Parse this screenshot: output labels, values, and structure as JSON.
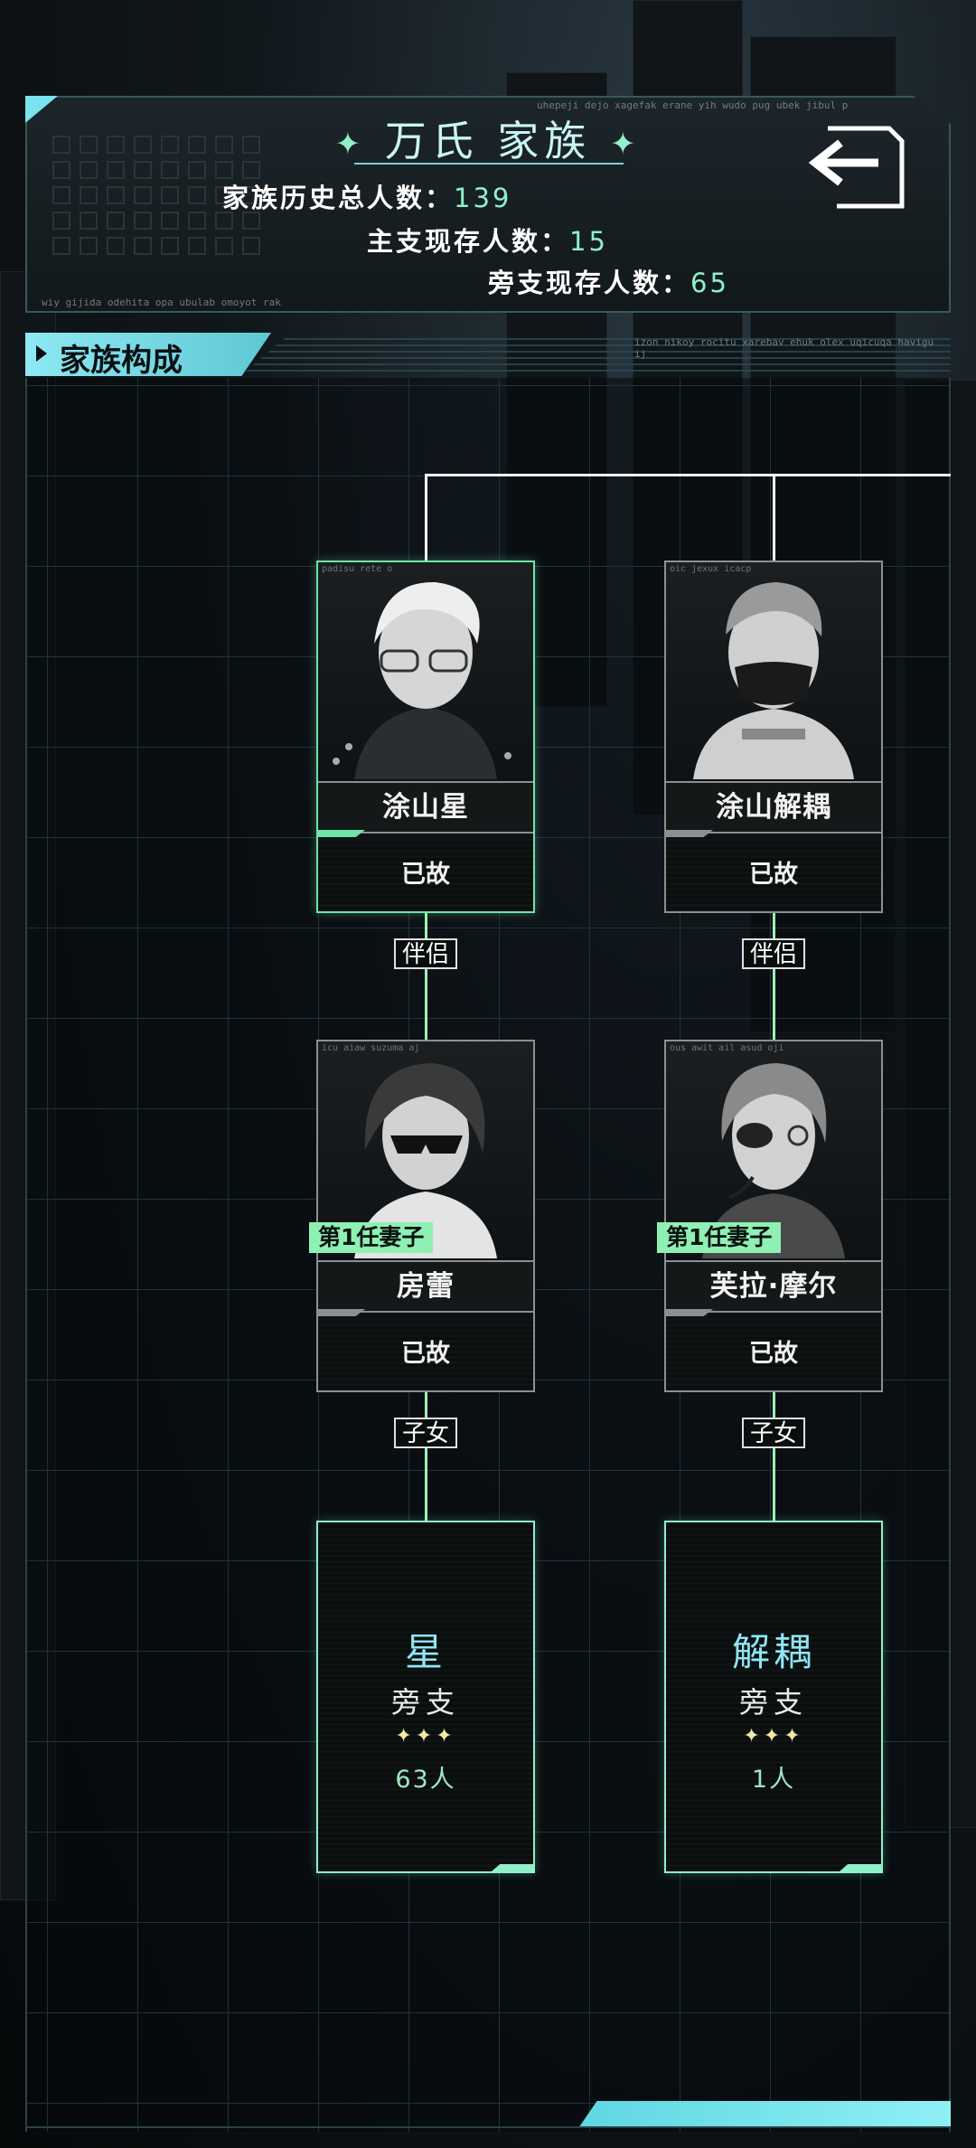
{
  "header": {
    "family_title": "万氏 家族",
    "title_star": "✦",
    "tiny_top": "uhepeji dejo xagefak erane yih wudo pug ubek jibul p",
    "tiny_bottom": "wiy gijida odehita opa ubulab omoyot rak",
    "stats": [
      {
        "label": "家族历史总人数：",
        "value": "139"
      },
      {
        "label": "主支现存人数：",
        "value": "15"
      },
      {
        "label": "旁支现存人数：",
        "value": "65"
      }
    ]
  },
  "section": {
    "title": "家族构成",
    "tiny": "izon nikoy rocitu xarebav ehuk olex uqicuqa havigu ij"
  },
  "members": [
    {
      "tag": "padisu rete o",
      "name": "涂山星",
      "status": "已故"
    },
    {
      "tag": "oic jexux icacp",
      "name": "涂山解耦",
      "status": "已故"
    },
    {
      "tag": "icu aiaw suzuma aj",
      "name": "房蕾",
      "status": "已故",
      "badge": "第1任妻子"
    },
    {
      "tag": "ous awit ail asud oji",
      "name": "芙拉·摩尔",
      "status": "已故",
      "badge": "第1任妻子"
    }
  ],
  "relations": {
    "partner": "伴侣",
    "children": "子女"
  },
  "branches": [
    {
      "name": "星",
      "type": "旁支",
      "stars": "✦✦✦",
      "count": "63人"
    },
    {
      "name": "解耦",
      "type": "旁支",
      "stars": "✦✦✦",
      "count": "1人"
    }
  ],
  "icons": {
    "back": "back-arrow-icon"
  },
  "colors": {
    "accent": "#8ff0c9",
    "cyan": "#7ae3ef"
  }
}
